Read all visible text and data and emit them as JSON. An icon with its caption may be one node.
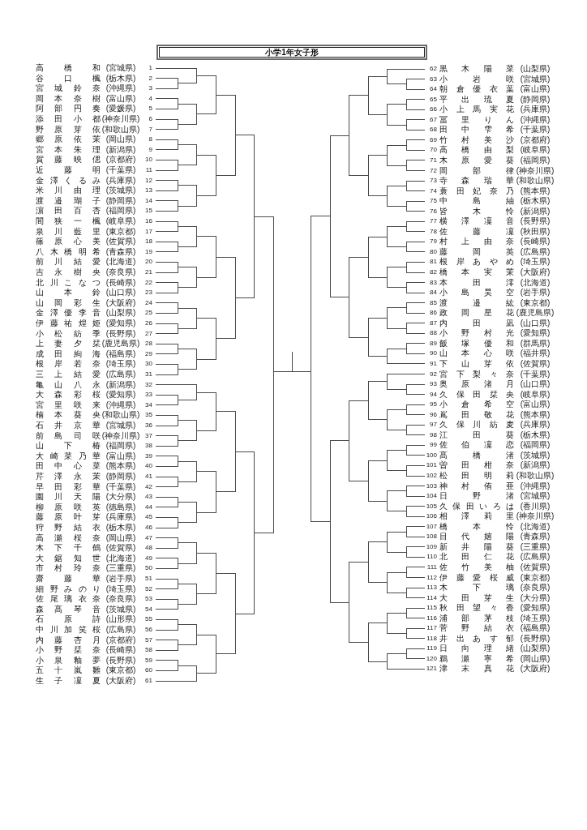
{
  "diagram": {
    "title": "小学1年女子形",
    "nodes": [
      {
        "text": [
          "高橋和",
          "(宮城県)",
          "1"
        ]
      },
      {
        "text": [
          "谷口楓",
          "(栃木県)",
          "2"
        ]
      },
      {
        "text": [
          "宮城鈴奈",
          "(沖縄県)",
          "3"
        ]
      },
      {
        "text": [
          "岡本奈樹",
          "(富山県)",
          "4"
        ]
      },
      {
        "text": [
          "阿部円奏",
          "(愛媛県)",
          "5"
        ]
      },
      {
        "text": [
          "添田小都",
          "(神奈川県)",
          "6"
        ]
      },
      {
        "text": [
          "野原芽依",
          "(和歌山県)",
          "7"
        ]
      },
      {
        "text": [
          "郷原依茉",
          "(岡山県)",
          "8"
        ]
      },
      {
        "text": [
          "宮本朱理",
          "(新潟県)",
          "9"
        ]
      },
      {
        "text": [
          "賀藤映偲",
          "(京都府)",
          "10"
        ]
      },
      {
        "text": [
          "近藤明",
          "(千葉県)",
          "11"
        ]
      },
      {
        "text": [
          "金澤くるみ",
          "(兵庫県)",
          "12"
        ]
      },
      {
        "text": [
          "米川由理",
          "(茨城県)",
          "13"
        ]
      },
      {
        "text": [
          "渡邉瑚子",
          "(静岡県)",
          "14"
        ]
      },
      {
        "text": [
          "濵田百杏",
          "(福岡県)",
          "15"
        ]
      },
      {
        "text": [
          "間狭一楓",
          "(岐阜県)",
          "16"
        ]
      },
      {
        "text": [
          "泉川藍里",
          "(東京都)",
          "17"
        ]
      },
      {
        "text": [
          "篠原心美",
          "(佐賀県)",
          "18"
        ]
      },
      {
        "text": [
          "八木橋明希",
          "(青森県)",
          "19"
        ]
      },
      {
        "text": [
          "前川結愛",
          "(北海道)",
          "20"
        ]
      },
      {
        "text": [
          "吉永樹央",
          "(奈良県)",
          "21"
        ]
      },
      {
        "text": [
          "北川こなつ",
          "(長崎県)",
          "22"
        ]
      },
      {
        "text": [
          "山本鈴",
          "(山口県)",
          "23"
        ]
      },
      {
        "text": [
          "山岡彩生",
          "(大阪府)",
          "24"
        ]
      },
      {
        "text": [
          "金澤優李音",
          "(山梨県)",
          "25"
        ]
      },
      {
        "text": [
          "伊藤祐煌姫",
          "(愛知県)",
          "26"
        ]
      },
      {
        "text": [
          "小松紡季",
          "(長野県)",
          "27"
        ]
      },
      {
        "text": [
          "上妻夕栞",
          "(鹿児島県)",
          "28"
        ]
      },
      {
        "text": [
          "成田絢海",
          "(福島県)",
          "29"
        ]
      },
      {
        "text": [
          "根岸若奈",
          "(埼玉県)",
          "30"
        ]
      },
      {
        "text": [
          "三上結愛",
          "(広島県)",
          "31"
        ]
      },
      {
        "text": [
          "亀山八永",
          "(新潟県)",
          "32"
        ]
      },
      {
        "text": [
          "大森彩桜",
          "(愛知県)",
          "33"
        ]
      },
      {
        "text": [
          "宮里咲来",
          "(沖縄県)",
          "34"
        ]
      },
      {
        "text": [
          "楠本葵央",
          "(和歌山県)",
          "35"
        ]
      },
      {
        "text": [
          "石井京華",
          "(宮城県)",
          "36"
        ]
      },
      {
        "text": [
          "前島司咲",
          "(神奈川県)",
          "37"
        ]
      },
      {
        "text": [
          "山下椿",
          "(福岡県)",
          "38"
        ]
      },
      {
        "text": [
          "大崎菜乃華",
          "(富山県)",
          "39"
        ]
      },
      {
        "text": [
          "田中心菜",
          "(熊本県)",
          "40"
        ]
      },
      {
        "text": [
          "芹澤永茉",
          "(静岡県)",
          "41"
        ]
      },
      {
        "text": [
          "早田彩華",
          "(千葉県)",
          "42"
        ]
      },
      {
        "text": [
          "園川天陽",
          "(大分県)",
          "43"
        ]
      },
      {
        "text": [
          "柳原咲英",
          "(徳島県)",
          "44"
        ]
      },
      {
        "text": [
          "藤原叶芽",
          "(兵庫県)",
          "45"
        ]
      },
      {
        "text": [
          "狩野結衣",
          "(栃木県)",
          "46"
        ]
      },
      {
        "text": [
          "高瀬桜奈",
          "(岡山県)",
          "47"
        ]
      },
      {
        "text": [
          "木下千鶴",
          "(佐賀県)",
          "48"
        ]
      },
      {
        "text": [
          "大鋸知世",
          "(北海道)",
          "49"
        ]
      },
      {
        "text": [
          "市村玲奈",
          "(三重県)",
          "50"
        ]
      },
      {
        "text": [
          "齋藤華",
          "(岩手県)",
          "51"
        ]
      },
      {
        "text": [
          "細野みのり",
          "(埼玉県)",
          "52"
        ]
      },
      {
        "text": [
          "佐尾璃衣奈",
          "(奈良県)",
          "53"
        ]
      },
      {
        "text": [
          "森髙琴音",
          "(茨城県)",
          "54"
        ]
      },
      {
        "text": [
          "石原詩",
          "(山形県)",
          "55"
        ]
      },
      {
        "text": [
          "中川加笑桜",
          "(広島県)",
          "56"
        ]
      },
      {
        "text": [
          "内藤杏月",
          "(京都府)",
          "57"
        ]
      },
      {
        "text": [
          "小野栞奈",
          "(長崎県)",
          "58"
        ]
      },
      {
        "text": [
          "小泉釉夢",
          "(長野県)",
          "59"
        ]
      },
      {
        "text": [
          "五十嵐雛",
          "(東京都)",
          "60"
        ]
      },
      {
        "text": [
          "生子凜夏",
          "(大阪府)",
          "61"
        ]
      },
      {
        "text": [
          "62",
          "黒木陽菜",
          "(山梨県)"
        ]
      },
      {
        "text": [
          "63",
          "小岩咲",
          "(宮城県)"
        ]
      },
      {
        "text": [
          "64",
          "朝倉優衣葉",
          "(富山県)"
        ]
      },
      {
        "text": [
          "65",
          "平出琉夏",
          "(静岡県)"
        ]
      },
      {
        "text": [
          "66",
          "小上馬実花",
          "(兵庫県)"
        ]
      },
      {
        "text": [
          "67",
          "冨里りん",
          "(沖縄県)"
        ]
      },
      {
        "text": [
          "68",
          "田中雫希",
          "(千葉県)"
        ]
      },
      {
        "text": [
          "69",
          "竹村美沙",
          "(京都府)"
        ]
      },
      {
        "text": [
          "70",
          "高橋由梨",
          "(岐阜県)"
        ]
      },
      {
        "text": [
          "71",
          "木原愛葵",
          "(福岡県)"
        ]
      },
      {
        "text": [
          "72",
          "岡部律",
          "(神奈川県)"
        ]
      },
      {
        "text": [
          "73",
          "寺森瑞華",
          "(和歌山県)"
        ]
      },
      {
        "text": [
          "74",
          "蓑田妃奈乃",
          "(熊本県)"
        ]
      },
      {
        "text": [
          "75",
          "中島紬",
          "(栃木県)"
        ]
      },
      {
        "text": [
          "76",
          "皆木怜",
          "(新潟県)"
        ]
      },
      {
        "text": [
          "77",
          "横澤凜音",
          "(長野県)"
        ]
      },
      {
        "text": [
          "78",
          "佐藤凜",
          "(秋田県)"
        ]
      },
      {
        "text": [
          "79",
          "村上由奈",
          "(長崎県)"
        ]
      },
      {
        "text": [
          "80",
          "藤岡英",
          "(広島県)"
        ]
      },
      {
        "text": [
          "81",
          "根岸あやめ",
          "(埼玉県)"
        ]
      },
      {
        "text": [
          "82",
          "橋本実茉",
          "(大阪府)"
        ]
      },
      {
        "text": [
          "83",
          "本田澪",
          "(北海道)"
        ]
      },
      {
        "text": [
          "84",
          "小島昊空",
          "(岩手県)"
        ]
      },
      {
        "text": [
          "85",
          "渡邉紘",
          "(東京都)"
        ]
      },
      {
        "text": [
          "86",
          "政岡星花",
          "(鹿児島県)"
        ]
      },
      {
        "text": [
          "87",
          "内田凪",
          "(山口県)"
        ]
      },
      {
        "text": [
          "88",
          "小野村光",
          "(愛知県)"
        ]
      },
      {
        "text": [
          "89",
          "飯塚優和",
          "(群馬県)"
        ]
      },
      {
        "text": [
          "90",
          "山本心咲",
          "(福井県)"
        ]
      },
      {
        "text": [
          "91",
          "下山芽依",
          "(佐賀県)"
        ]
      },
      {
        "text": [
          "92",
          "宮下梨々奈",
          "(千葉県)"
        ]
      },
      {
        "text": [
          "93",
          "奥原渚月",
          "(山口県)"
        ]
      },
      {
        "text": [
          "94",
          "久保田栞央",
          "(岐阜県)"
        ]
      },
      {
        "text": [
          "95",
          "小倉希空",
          "(富山県)"
        ]
      },
      {
        "text": [
          "96",
          "嶌田敬花",
          "(熊本県)"
        ]
      },
      {
        "text": [
          "97",
          "久保川紡麦",
          "(兵庫県)"
        ]
      },
      {
        "text": [
          "98",
          "江田葵",
          "(栃木県)"
        ]
      },
      {
        "text": [
          "99",
          "佐伯凜恋",
          "(福岡県)"
        ]
      },
      {
        "text": [
          "100",
          "髙橋渚",
          "(茨城県)"
        ]
      },
      {
        "text": [
          "101",
          "曽田柑奈",
          "(新潟県)"
        ]
      },
      {
        "text": [
          "102",
          "松田明莉",
          "(和歌山県)"
        ]
      },
      {
        "text": [
          "103",
          "神村侑亜",
          "(沖縄県)"
        ]
      },
      {
        "text": [
          "104",
          "日野渚",
          "(宮城県)"
        ]
      },
      {
        "text": [
          "105",
          "久保田いろは",
          "(香川県)"
        ]
      },
      {
        "text": [
          "106",
          "相澤莉里",
          "(神奈川県)"
        ]
      },
      {
        "text": [
          "107",
          "橋本怜",
          "(北海道)"
        ]
      },
      {
        "text": [
          "108",
          "目代嬉陽",
          "(青森県)"
        ]
      },
      {
        "text": [
          "109",
          "新井陽葵",
          "(三重県)"
        ]
      },
      {
        "text": [
          "110",
          "北田仁花",
          "(広島県)"
        ]
      },
      {
        "text": [
          "111",
          "佐竹美柚",
          "(佐賀県)"
        ]
      },
      {
        "text": [
          "112",
          "伊藤愛桜威",
          "(東京都)"
        ]
      },
      {
        "text": [
          "113",
          "木下璃",
          "(奈良県)"
        ]
      },
      {
        "text": [
          "114",
          "大田芽生",
          "(大分県)"
        ]
      },
      {
        "text": [
          "115",
          "秋田望々香",
          "(愛知県)"
        ]
      },
      {
        "text": [
          "116",
          "浦部茅枝",
          "(埼玉県)"
        ]
      },
      {
        "text": [
          "117",
          "菅野結衣",
          "(福島県)"
        ]
      },
      {
        "text": [
          "118",
          "井出あす郁",
          "(長野県)"
        ]
      },
      {
        "text": [
          "119",
          "日向理緒",
          "(山梨県)"
        ]
      },
      {
        "text": [
          "120",
          "鵜瀬寧希",
          "(岡山県)"
        ]
      },
      {
        "text": [
          "121",
          "津末真花",
          "(大阪府)"
        ]
      }
    ],
    "edges": [
      {
        "from": 0,
        "to": null,
        "arrow": "none"
      },
      {
        "from": 1,
        "to": null,
        "arrow": "none"
      },
      {
        "from": 2,
        "to": null,
        "arrow": "none"
      },
      {
        "from": 3,
        "to": null,
        "arrow": "none"
      },
      {
        "from": 4,
        "to": null,
        "arrow": "none"
      },
      {
        "from": 5,
        "to": null,
        "arrow": "none"
      },
      {
        "from": 6,
        "to": null,
        "arrow": "none"
      },
      {
        "from": 7,
        "to": null,
        "arrow": "none"
      },
      {
        "from": 8,
        "to": null,
        "arrow": "none"
      },
      {
        "from": 9,
        "to": null,
        "arrow": "none"
      },
      {
        "from": 10,
        "to": null,
        "arrow": "none"
      },
      {
        "from": 11,
        "to": null,
        "arrow": "none"
      },
      {
        "from": 12,
        "to": null,
        "arrow": "none"
      },
      {
        "from": 13,
        "to": null,
        "arrow": "none"
      },
      {
        "from": 14,
        "to": null,
        "arrow": "none"
      },
      {
        "from": 15,
        "to": null,
        "arrow": "none"
      },
      {
        "from": 16,
        "to": null,
        "arrow": "none"
      },
      {
        "from": 17,
        "to": null,
        "arrow": "none"
      },
      {
        "from": 18,
        "to": null,
        "arrow": "none"
      },
      {
        "from": 19,
        "to": null,
        "arrow": "none"
      },
      {
        "from": 20,
        "to": null,
        "arrow": "none"
      },
      {
        "from": 21,
        "to": null,
        "arrow": "none"
      },
      {
        "from": 22,
        "to": null,
        "arrow": "none"
      },
      {
        "from": 23,
        "to": null,
        "arrow": "none"
      },
      {
        "from": 24,
        "to": null,
        "arrow": "none"
      },
      {
        "from": 25,
        "to": null,
        "arrow": "none"
      },
      {
        "from": 26,
        "to": null,
        "arrow": "none"
      },
      {
        "from": 27,
        "to": null,
        "arrow": "none"
      },
      {
        "from": 28,
        "to": null,
        "arrow": "none"
      },
      {
        "from": 29,
        "to": null,
        "arrow": "none"
      },
      {
        "from": 30,
        "to": null,
        "arrow": "none"
      },
      {
        "from": 31,
        "to": null,
        "arrow": "none"
      },
      {
        "from": 32,
        "to": null,
        "arrow": "none"
      },
      {
        "from": 33,
        "to": null,
        "arrow": "none"
      },
      {
        "from": 34,
        "to": null,
        "arrow": "none"
      },
      {
        "from": 35,
        "to": null,
        "arrow": "none"
      },
      {
        "from": 36,
        "to": null,
        "arrow": "none"
      },
      {
        "from": 37,
        "to": null,
        "arrow": "none"
      },
      {
        "from": 38,
        "to": null,
        "arrow": "none"
      },
      {
        "from": 39,
        "to": null,
        "arrow": "none"
      },
      {
        "from": 40,
        "to": null,
        "arrow": "none"
      },
      {
        "from": 41,
        "to": null,
        "arrow": "none"
      },
      {
        "from": 42,
        "to": null,
        "arrow": "none"
      },
      {
        "from": 43,
        "to": null,
        "arrow": "none"
      },
      {
        "from": 44,
        "to": null,
        "arrow": "none"
      },
      {
        "from": 45,
        "to": null,
        "arrow": "none"
      },
      {
        "from": 46,
        "to": null,
        "arrow": "none"
      },
      {
        "from": 47,
        "to": null,
        "arrow": "none"
      },
      {
        "from": 48,
        "to": null,
        "arrow": "none"
      },
      {
        "from": 49,
        "to": null,
        "arrow": "none"
      },
      {
        "from": 50,
        "to": null,
        "arrow": "none"
      },
      {
        "from": 51,
        "to": null,
        "arrow": "none"
      },
      {
        "from": 52,
        "to": null,
        "arrow": "none"
      },
      {
        "from": 53,
        "to": null,
        "arrow": "none"
      },
      {
        "from": 54,
        "to": null,
        "arrow": "none"
      },
      {
        "from": 55,
        "to": null,
        "arrow": "none"
      },
      {
        "from": 56,
        "to": null,
        "arrow": "none"
      },
      {
        "from": 57,
        "to": null,
        "arrow": "none"
      },
      {
        "from": 58,
        "to": null,
        "arrow": "none"
      },
      {
        "from": 59,
        "to": null,
        "arrow": "none"
      },
      {
        "from": 60,
        "to": null,
        "arrow": "none"
      },
      {
        "from": 61,
        "to": null,
        "arrow": "none"
      },
      {
        "from": 62,
        "to": null,
        "arrow": "none"
      },
      {
        "from": 63,
        "to": null,
        "arrow": "none"
      },
      {
        "from": 64,
        "to": null,
        "arrow": "none"
      },
      {
        "from": 65,
        "to": null,
        "arrow": "none"
      },
      {
        "from": 66,
        "to": null,
        "arrow": "none"
      },
      {
        "from": 67,
        "to": null,
        "arrow": "none"
      },
      {
        "from": 68,
        "to": null,
        "arrow": "none"
      },
      {
        "from": 69,
        "to": null,
        "arrow": "none"
      },
      {
        "from": 70,
        "to": null,
        "arrow": "none"
      },
      {
        "from": 71,
        "to": null,
        "arrow": "none"
      },
      {
        "from": 72,
        "to": null,
        "arrow": "none"
      },
      {
        "from": 73,
        "to": null,
        "arrow": "none"
      },
      {
        "from": 74,
        "to": null,
        "arrow": "none"
      },
      {
        "from": 75,
        "to": null,
        "arrow": "none"
      },
      {
        "from": 76,
        "to": null,
        "arrow": "none"
      },
      {
        "from": 77,
        "to": null,
        "arrow": "none"
      },
      {
        "from": 78,
        "to": null,
        "arrow": "none"
      },
      {
        "from": 79,
        "to": null,
        "arrow": "none"
      },
      {
        "from": 80,
        "to": null,
        "arrow": "none"
      },
      {
        "from": 81,
        "to": null,
        "arrow": "none"
      },
      {
        "from": 82,
        "to": null,
        "arrow": "none"
      },
      {
        "from": 83,
        "to": null,
        "arrow": "none"
      },
      {
        "from": 84,
        "to": null,
        "arrow": "none"
      },
      {
        "from": 85,
        "to": null,
        "arrow": "none"
      },
      {
        "from": 86,
        "to": null,
        "arrow": "none"
      },
      {
        "from": 87,
        "to": null,
        "arrow": "none"
      },
      {
        "from": 88,
        "to": null,
        "arrow": "none"
      },
      {
        "from": 89,
        "to": null,
        "arrow": "none"
      },
      {
        "from": 90,
        "to": null,
        "arrow": "none"
      },
      {
        "from": 91,
        "to": null,
        "arrow": "none"
      },
      {
        "from": 92,
        "to": null,
        "arrow": "none"
      },
      {
        "from": 93,
        "to": null,
        "arrow": "none"
      },
      {
        "from": 94,
        "to": null,
        "arrow": "none"
      },
      {
        "from": 95,
        "to": null,
        "arrow": "none"
      },
      {
        "from": 96,
        "to": null,
        "arrow": "none"
      },
      {
        "from": 97,
        "to": null,
        "arrow": "none"
      },
      {
        "from": 98,
        "to": null,
        "arrow": "none"
      },
      {
        "from": 99,
        "to": null,
        "arrow": "none"
      },
      {
        "from": 100,
        "to": null,
        "arrow": "none"
      },
      {
        "from": 101,
        "to": null,
        "arrow": "none"
      },
      {
        "from": 102,
        "to": null,
        "arrow": "none"
      },
      {
        "from": 103,
        "to": null,
        "arrow": "none"
      },
      {
        "from": 104,
        "to": null,
        "arrow": "none"
      },
      {
        "from": 105,
        "to": null,
        "arrow": "none"
      },
      {
        "from": 106,
        "to": null,
        "arrow": "none"
      },
      {
        "from": 107,
        "to": null,
        "arrow": "none"
      },
      {
        "from": 108,
        "to": null,
        "arrow": "none"
      },
      {
        "from": 109,
        "to": null,
        "arrow": "none"
      },
      {
        "from": 110,
        "to": null,
        "arrow": "none"
      },
      {
        "from": 111,
        "to": null,
        "arrow": "none"
      },
      {
        "from": 112,
        "to": null,
        "arrow": "none"
      },
      {
        "from": 113,
        "to": null,
        "arrow": "none"
      },
      {
        "from": 114,
        "to": null,
        "arrow": "none"
      },
      {
        "from": 115,
        "to": null,
        "arrow": "none"
      },
      {
        "from": 116,
        "to": null,
        "arrow": "none"
      },
      {
        "from": 117,
        "to": null,
        "arrow": "none"
      },
      {
        "from": 118,
        "to": null,
        "arrow": "none"
      },
      {
        "from": 119,
        "to": null,
        "arrow": "none"
      },
      {
        "from": 120,
        "to": null,
        "arrow": "none"
      }
    ]
  }
}
